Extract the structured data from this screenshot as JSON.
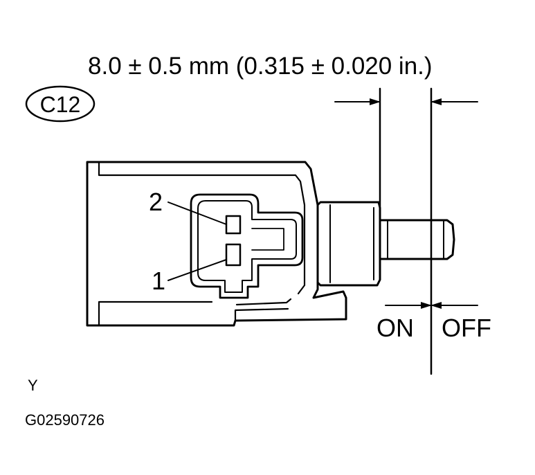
{
  "dimension_label": "8.0 ± 0.5 mm (0.315 ± 0.020 in.)",
  "connector_code": "C12",
  "terminal_2_label": "2",
  "terminal_1_label": "1",
  "on_label": "ON",
  "off_label": "OFF",
  "corner_letter": "Y",
  "figure_code": "G02590726"
}
